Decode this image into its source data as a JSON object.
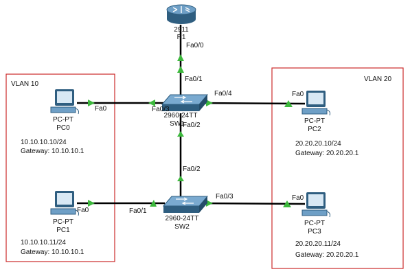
{
  "vlans": [
    {
      "name": "VLAN 10"
    },
    {
      "name": "VLAN 20"
    }
  ],
  "devices": {
    "router": {
      "model": "2911",
      "name": "R1"
    },
    "sw1": {
      "model": "2960-24TT",
      "name": "SW1"
    },
    "sw2": {
      "model": "2960-24TT",
      "name": "SW2"
    },
    "pc0": {
      "type": "PC-PT",
      "name": "PC0",
      "ip": "10.10.10.10/24",
      "gateway": "Gateway: 10.10.10.1"
    },
    "pc1": {
      "type": "PC-PT",
      "name": "PC1",
      "ip": "10.10.10.11/24",
      "gateway": "Gateway: 10.10.10.1"
    },
    "pc2": {
      "type": "PC-PT",
      "name": "PC2",
      "ip": "20.20.20.10/24",
      "gateway": "Gateway: 20.20.20.1"
    },
    "pc3": {
      "type": "PC-PT",
      "name": "PC3",
      "ip": "20.20.20.11/24",
      "gateway": "Gateway: 20.20.20.1"
    }
  },
  "links": [
    {
      "from": "R1",
      "from_port": "Fa0/0",
      "to": "SW1",
      "to_port": "Fa0/1"
    },
    {
      "from": "PC0",
      "from_port": "Fa0",
      "to": "SW1",
      "to_port": "Fa0/3"
    },
    {
      "from": "SW1",
      "from_port": "Fa0/4",
      "to": "PC2",
      "to_port": "Fa0"
    },
    {
      "from": "SW1",
      "from_port": "Fa0/2",
      "to": "SW2",
      "to_port": "Fa0/2"
    },
    {
      "from": "PC1",
      "from_port": "Fa0",
      "to": "SW2",
      "to_port": "Fa0/1"
    },
    {
      "from": "SW2",
      "from_port": "Fa0/3",
      "to": "PC3",
      "to_port": "Fa0"
    }
  ],
  "colors": {
    "vlan_border": "#cc2a2a",
    "link": "#000000",
    "port_up": "#3cb83c",
    "device_blue": "#5b8fb4",
    "device_dark": "#2f5e80"
  }
}
